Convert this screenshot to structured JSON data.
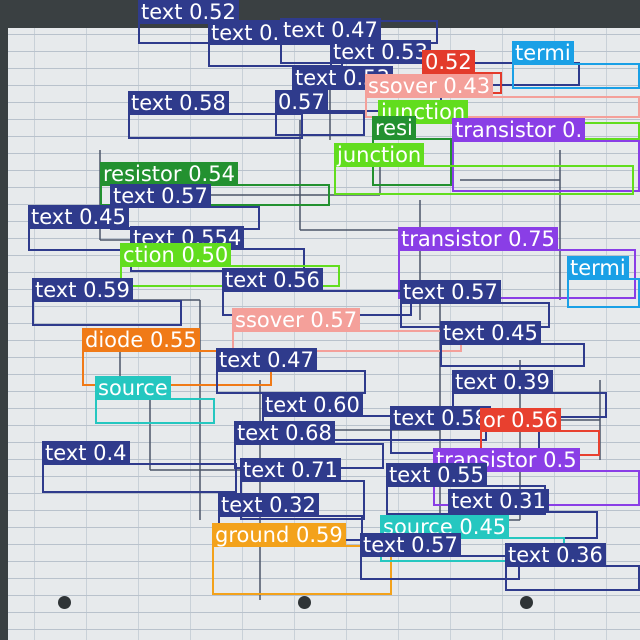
{
  "palette": {
    "text": "#2f3b8c",
    "transistor": "#8a3ee6",
    "terminal": "#1aa0e6",
    "resistor": "#239130",
    "junction": "#62dd1e",
    "crossover": "#f4a09a",
    "source": "#25c7c0",
    "capacitor": "#e33b2b",
    "diode": "#f07a17",
    "ground": "#f3a21b",
    "inductor": "#e8402f"
  },
  "detections": [
    {
      "cls": "text",
      "label": "text 0.52"
    },
    {
      "cls": "text",
      "label": "text 0.58"
    },
    {
      "cls": "text",
      "label": "text 0.47"
    },
    {
      "cls": "text",
      "label": "text 0.53"
    },
    {
      "cls": "text",
      "label": "text 0.53"
    },
    {
      "cls": "capacitor",
      "label": "0.52"
    },
    {
      "cls": "terminal",
      "label": "termi"
    },
    {
      "cls": "text",
      "label": "text 0.58"
    },
    {
      "cls": "text",
      "label": "0.57"
    },
    {
      "cls": "crossover",
      "label": "ssover 0.43"
    },
    {
      "cls": "junction",
      "label": "junction"
    },
    {
      "cls": "resistor",
      "label": "resistor 0.54"
    },
    {
      "cls": "transistor",
      "label": "transistor 0."
    },
    {
      "cls": "resistor",
      "label": "resi"
    },
    {
      "cls": "junction",
      "label": "junction"
    },
    {
      "cls": "text",
      "label": "text 0.57"
    },
    {
      "cls": "text",
      "label": "text 0.45"
    },
    {
      "cls": "text",
      "label": "text 0.554"
    },
    {
      "cls": "junction",
      "label": "ction 0.50"
    },
    {
      "cls": "transistor",
      "label": "transistor 0.75"
    },
    {
      "cls": "terminal",
      "label": "termi"
    },
    {
      "cls": "text",
      "label": "text 0.59"
    },
    {
      "cls": "text",
      "label": "text 0.56"
    },
    {
      "cls": "text",
      "label": "text 0.57"
    },
    {
      "cls": "crossover",
      "label": "ssover 0.57"
    },
    {
      "cls": "diode",
      "label": "diode 0.55"
    },
    {
      "cls": "text",
      "label": "text 0.45"
    },
    {
      "cls": "text",
      "label": "text 0.47"
    },
    {
      "cls": "text",
      "label": "text 0.39"
    },
    {
      "cls": "source",
      "label": "source"
    },
    {
      "cls": "text",
      "label": "text 0.60"
    },
    {
      "cls": "text",
      "label": "text 0.58"
    },
    {
      "cls": "inductor",
      "label": "or 0.56"
    },
    {
      "cls": "text",
      "label": "text 0.68"
    },
    {
      "cls": "text",
      "label": "text 0.4"
    },
    {
      "cls": "text",
      "label": "text 0.71"
    },
    {
      "cls": "transistor",
      "label": "transistor 0.5"
    },
    {
      "cls": "text",
      "label": "text 0.55"
    },
    {
      "cls": "text",
      "label": "text 0.32"
    },
    {
      "cls": "text",
      "label": "text 0.31"
    },
    {
      "cls": "ground",
      "label": "ground 0.59"
    },
    {
      "cls": "source",
      "label": "source 0.45"
    },
    {
      "cls": "text",
      "label": "text 0.57"
    },
    {
      "cls": "text",
      "label": "text 0.36"
    }
  ]
}
